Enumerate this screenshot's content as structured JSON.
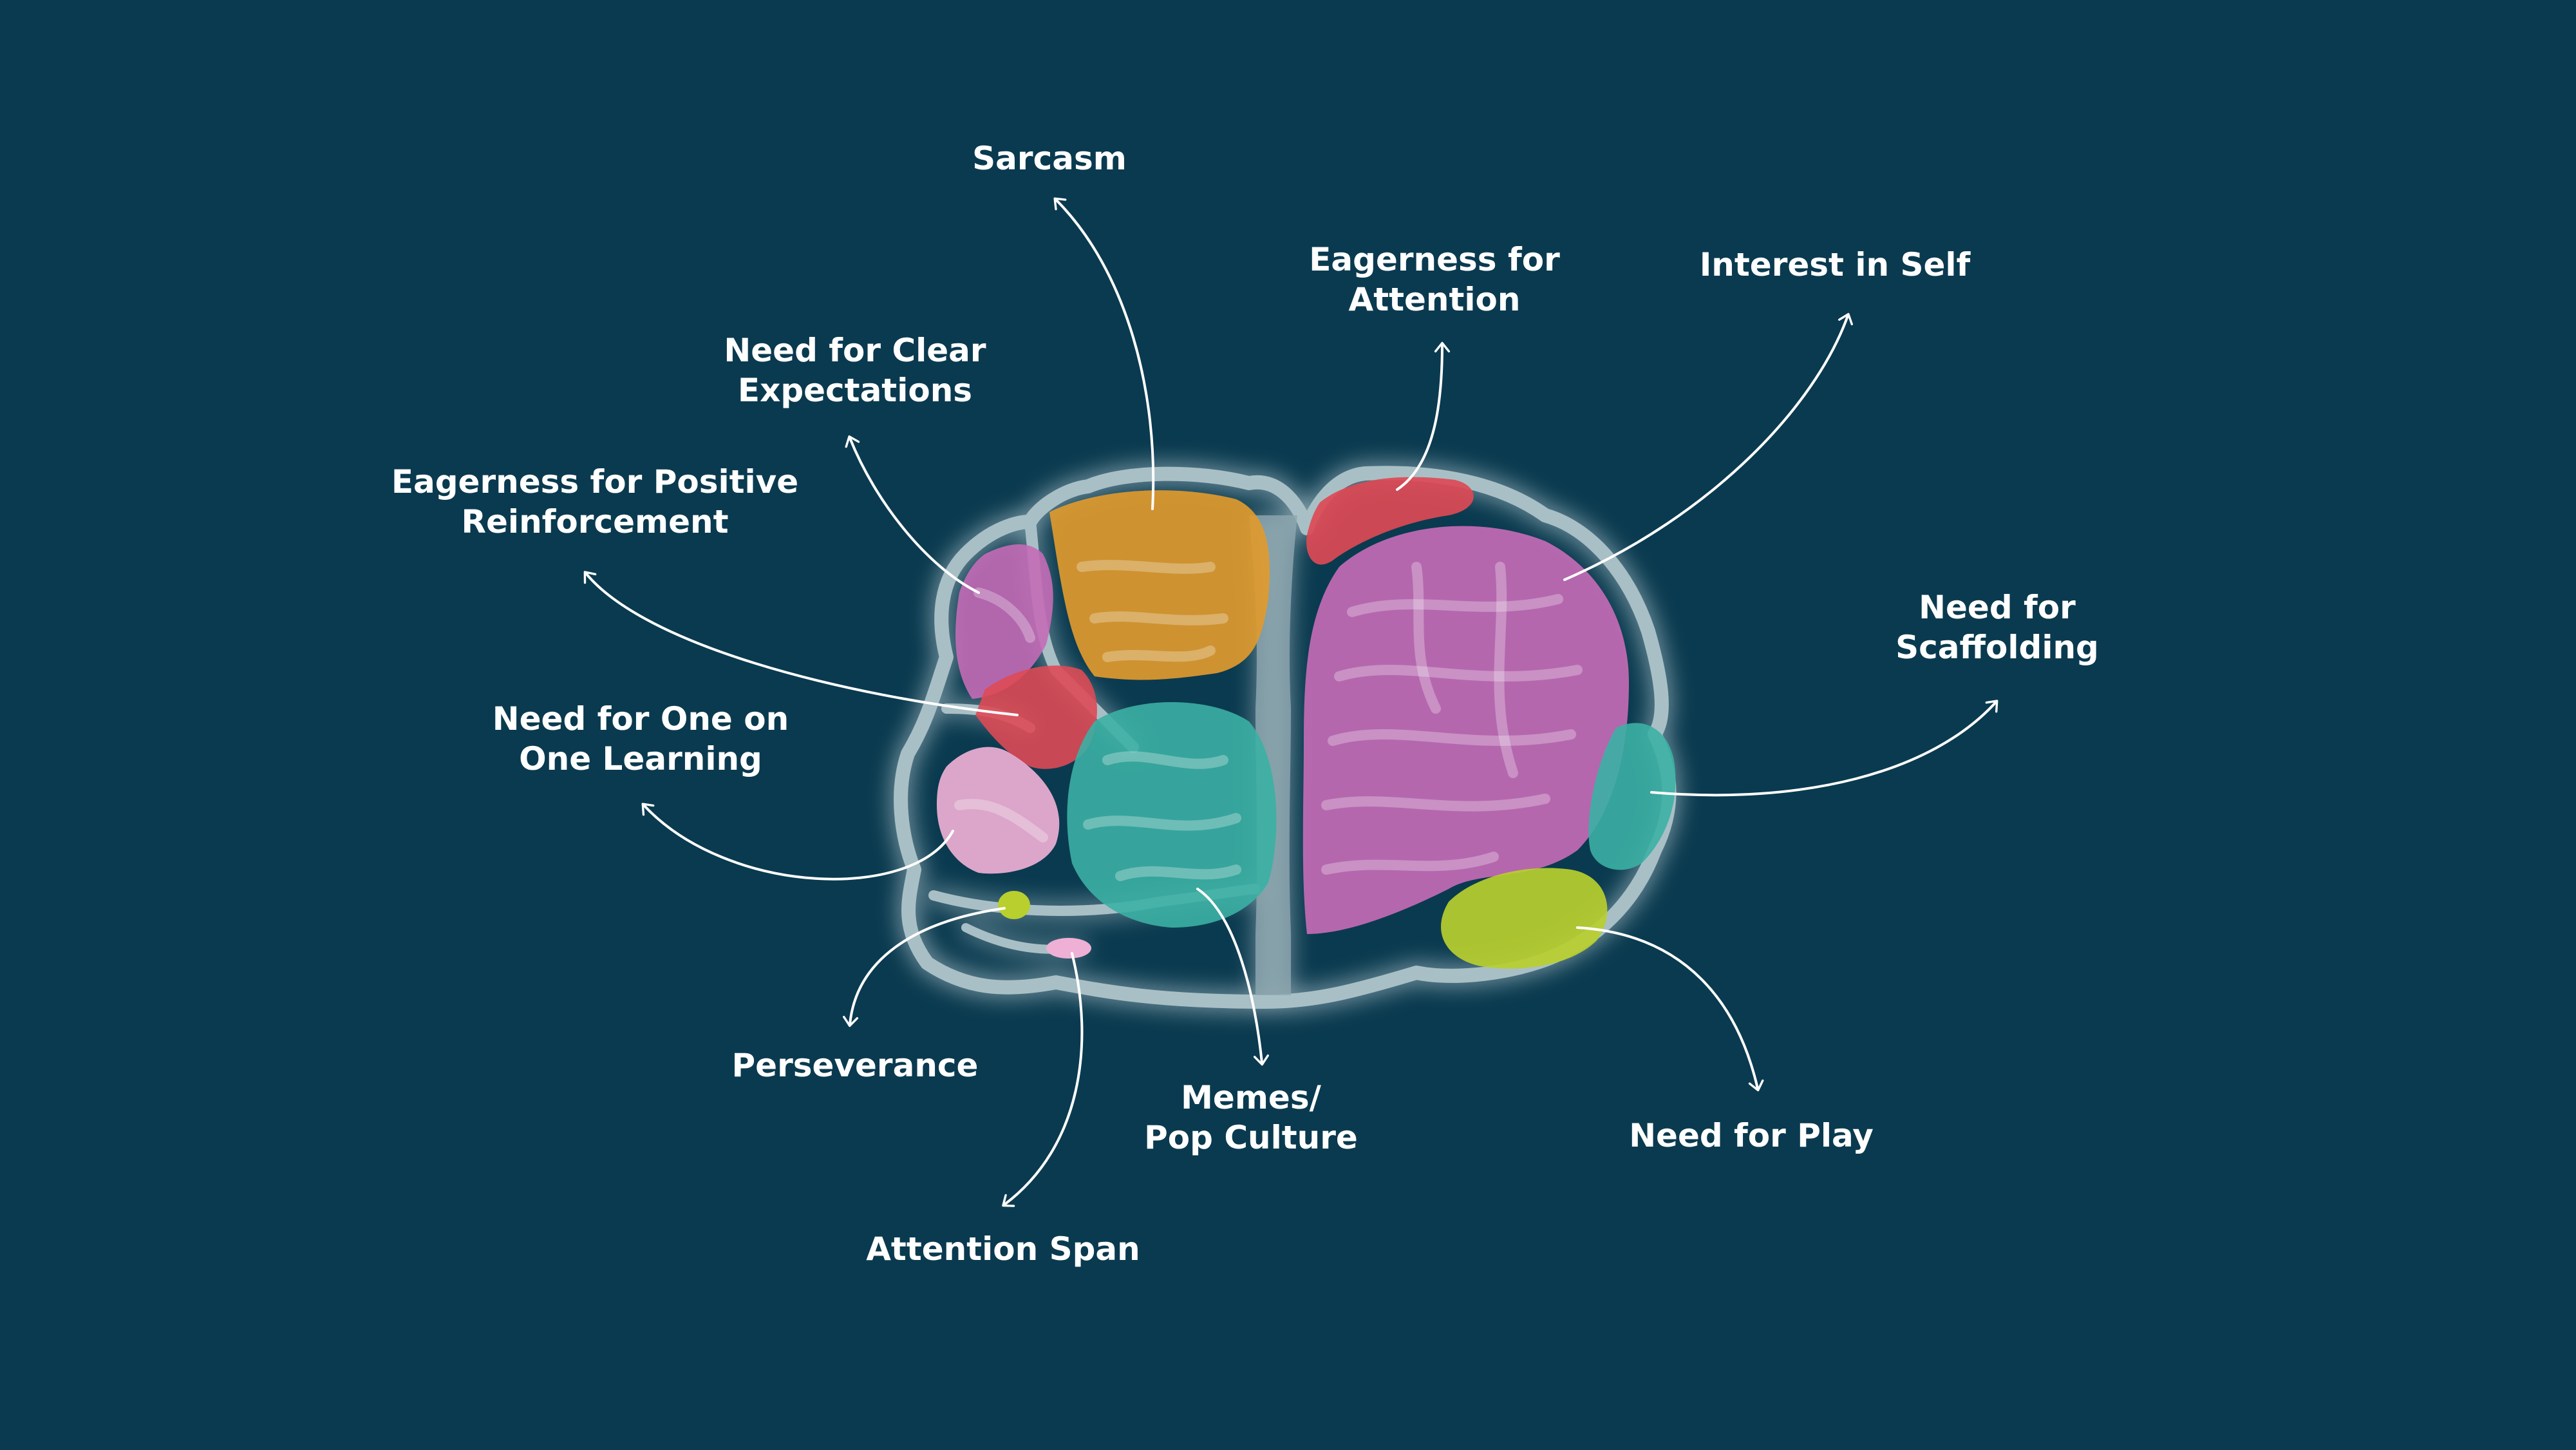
{
  "colors": {
    "background": "#0a3a4f",
    "outline": "#a9bfc6",
    "orange": "#e09a2e",
    "purple": "#c46bb6",
    "red": "#dd4a55",
    "teal": "#3bb0a4",
    "pink": "#eeb0d5",
    "lime": "#b9cf2e",
    "arrow": "#ffffff",
    "text": "#ffffff"
  },
  "labels": {
    "sarcasm": [
      "Sarcasm"
    ],
    "eagerness_attention": [
      "Eagerness for",
      "Attention"
    ],
    "interest_self": [
      "Interest in Self"
    ],
    "clear_expectations": [
      "Need for Clear",
      "Expectations"
    ],
    "positive_reinforcement": [
      "Eagerness for Positive",
      "Reinforcement"
    ],
    "one_on_one": [
      "Need for One on",
      "One Learning"
    ],
    "scaffolding": [
      "Need for",
      "Scaffolding"
    ],
    "perseverance": [
      "Perseverance"
    ],
    "memes": [
      "Memes/",
      "Pop Culture"
    ],
    "need_play": [
      "Need for Play"
    ],
    "attention_span": [
      "Attention Span"
    ]
  }
}
